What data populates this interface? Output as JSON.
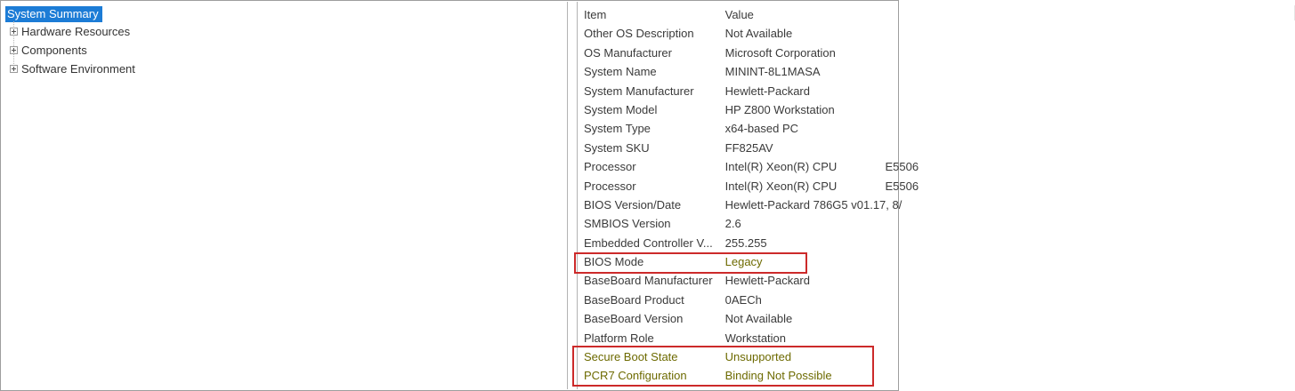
{
  "colors": {
    "selection": "#1c7cd6",
    "olive_text": "#6d6a00",
    "annotation_red": "#cc2a2a",
    "text": "#3a3a3a",
    "border": "#b3b3b3"
  },
  "tree": {
    "items": [
      {
        "label": "System Summary",
        "selected": true,
        "expandable": false
      },
      {
        "label": "Hardware Resources",
        "selected": false,
        "expandable": true
      },
      {
        "label": "Components",
        "selected": false,
        "expandable": true
      },
      {
        "label": "Software Environment",
        "selected": false,
        "expandable": true
      }
    ]
  },
  "table": {
    "headers": {
      "item": "Item",
      "value": "Value"
    },
    "rows": [
      {
        "item": "Other OS Description",
        "value": "Not Available"
      },
      {
        "item": "OS Manufacturer",
        "value": "Microsoft Corporation"
      },
      {
        "item": "System Name",
        "value": "MININT-8L1MASA"
      },
      {
        "item": "System Manufacturer",
        "value": "Hewlett-Packard"
      },
      {
        "item": "System Model",
        "value": "HP Z800 Workstation"
      },
      {
        "item": "System Type",
        "value": "x64-based PC"
      },
      {
        "item": "System SKU",
        "value": "FF825AV"
      },
      {
        "item": "Processor",
        "value": "Intel(R) Xeon(R) CPU               E5506"
      },
      {
        "item": "Processor",
        "value": "Intel(R) Xeon(R) CPU               E5506"
      },
      {
        "item": "BIOS Version/Date",
        "value": "Hewlett-Packard 786G5 v01.17, 8/"
      },
      {
        "item": "SMBIOS Version",
        "value": "2.6"
      },
      {
        "item": "Embedded Controller V...",
        "value": "255.255"
      },
      {
        "item": "BIOS Mode",
        "value": "Legacy"
      },
      {
        "item": "BaseBoard Manufacturer",
        "value": "Hewlett-Packard"
      },
      {
        "item": "BaseBoard Product",
        "value": "0AECh"
      },
      {
        "item": "BaseBoard Version",
        "value": "Not Available"
      },
      {
        "item": "Platform Role",
        "value": "Workstation"
      },
      {
        "item": "Secure Boot State",
        "value": "Unsupported"
      },
      {
        "item": "PCR7 Configuration",
        "value": "Binding Not Possible"
      }
    ]
  }
}
